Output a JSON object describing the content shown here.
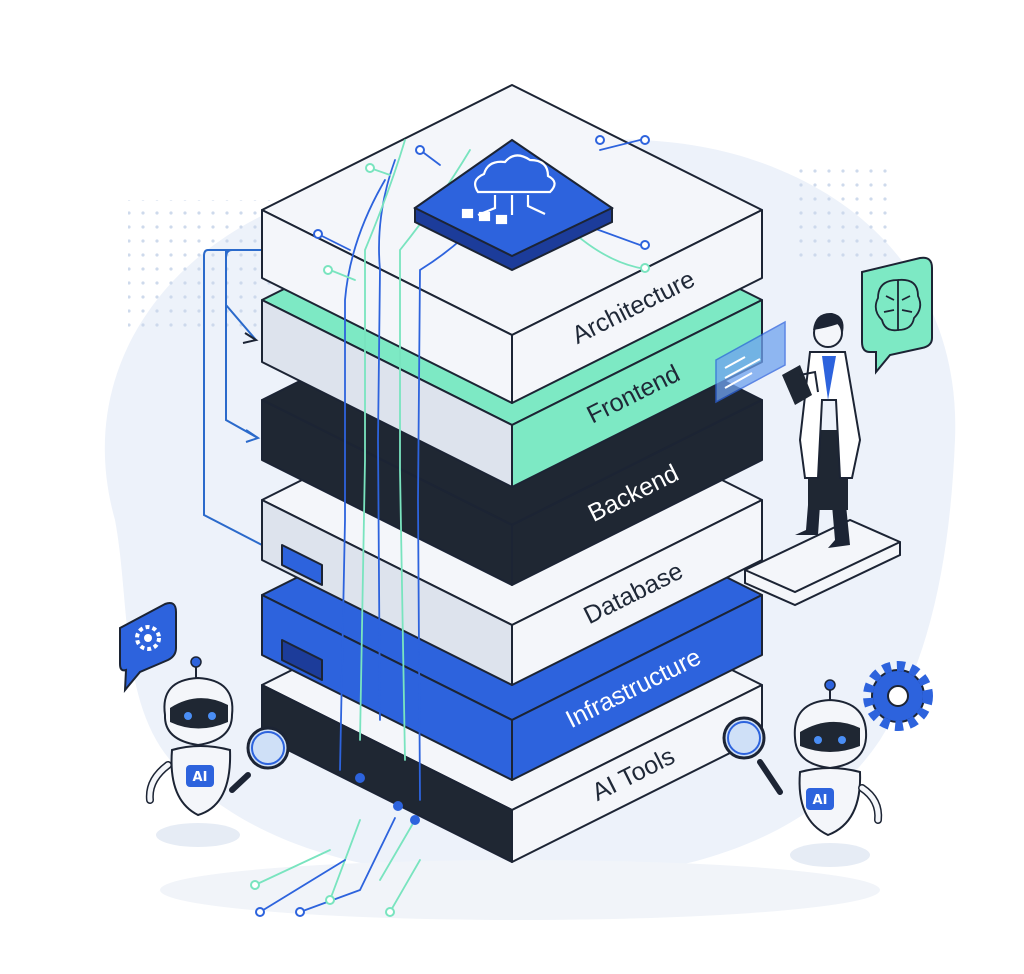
{
  "layers": [
    {
      "key": "ai-tools",
      "label": "AI Tools",
      "text_color": "#1f2837"
    },
    {
      "key": "infrastructure",
      "label": "Infrastructure",
      "text_color": "#ffffff"
    },
    {
      "key": "database",
      "label": "Database",
      "text_color": "#1f2837"
    },
    {
      "key": "backend",
      "label": "Backend",
      "text_color": "#ffffff"
    },
    {
      "key": "frontend",
      "label": "Frontend",
      "text_color": "#1f2837"
    },
    {
      "key": "architecture",
      "label": "Architecture",
      "text_color": "#1f2837"
    }
  ],
  "robots": [
    {
      "badge": "AI"
    },
    {
      "badge": "AI"
    }
  ],
  "icons": {
    "top_chip": "cloud-icon",
    "bubble_left": "gear-icon",
    "bubble_right": "brain-icon",
    "floating_gear": "gear-icon",
    "magnifier": "magnifier-icon"
  },
  "colors": {
    "outline": "#1c2434",
    "accent_blue": "#2d63dd",
    "mint": "#7de9c4",
    "dark": "#1f2733",
    "light_face": "#f4f6fa",
    "side_face": "#dde3ed",
    "backdrop": "#edf2fa"
  }
}
